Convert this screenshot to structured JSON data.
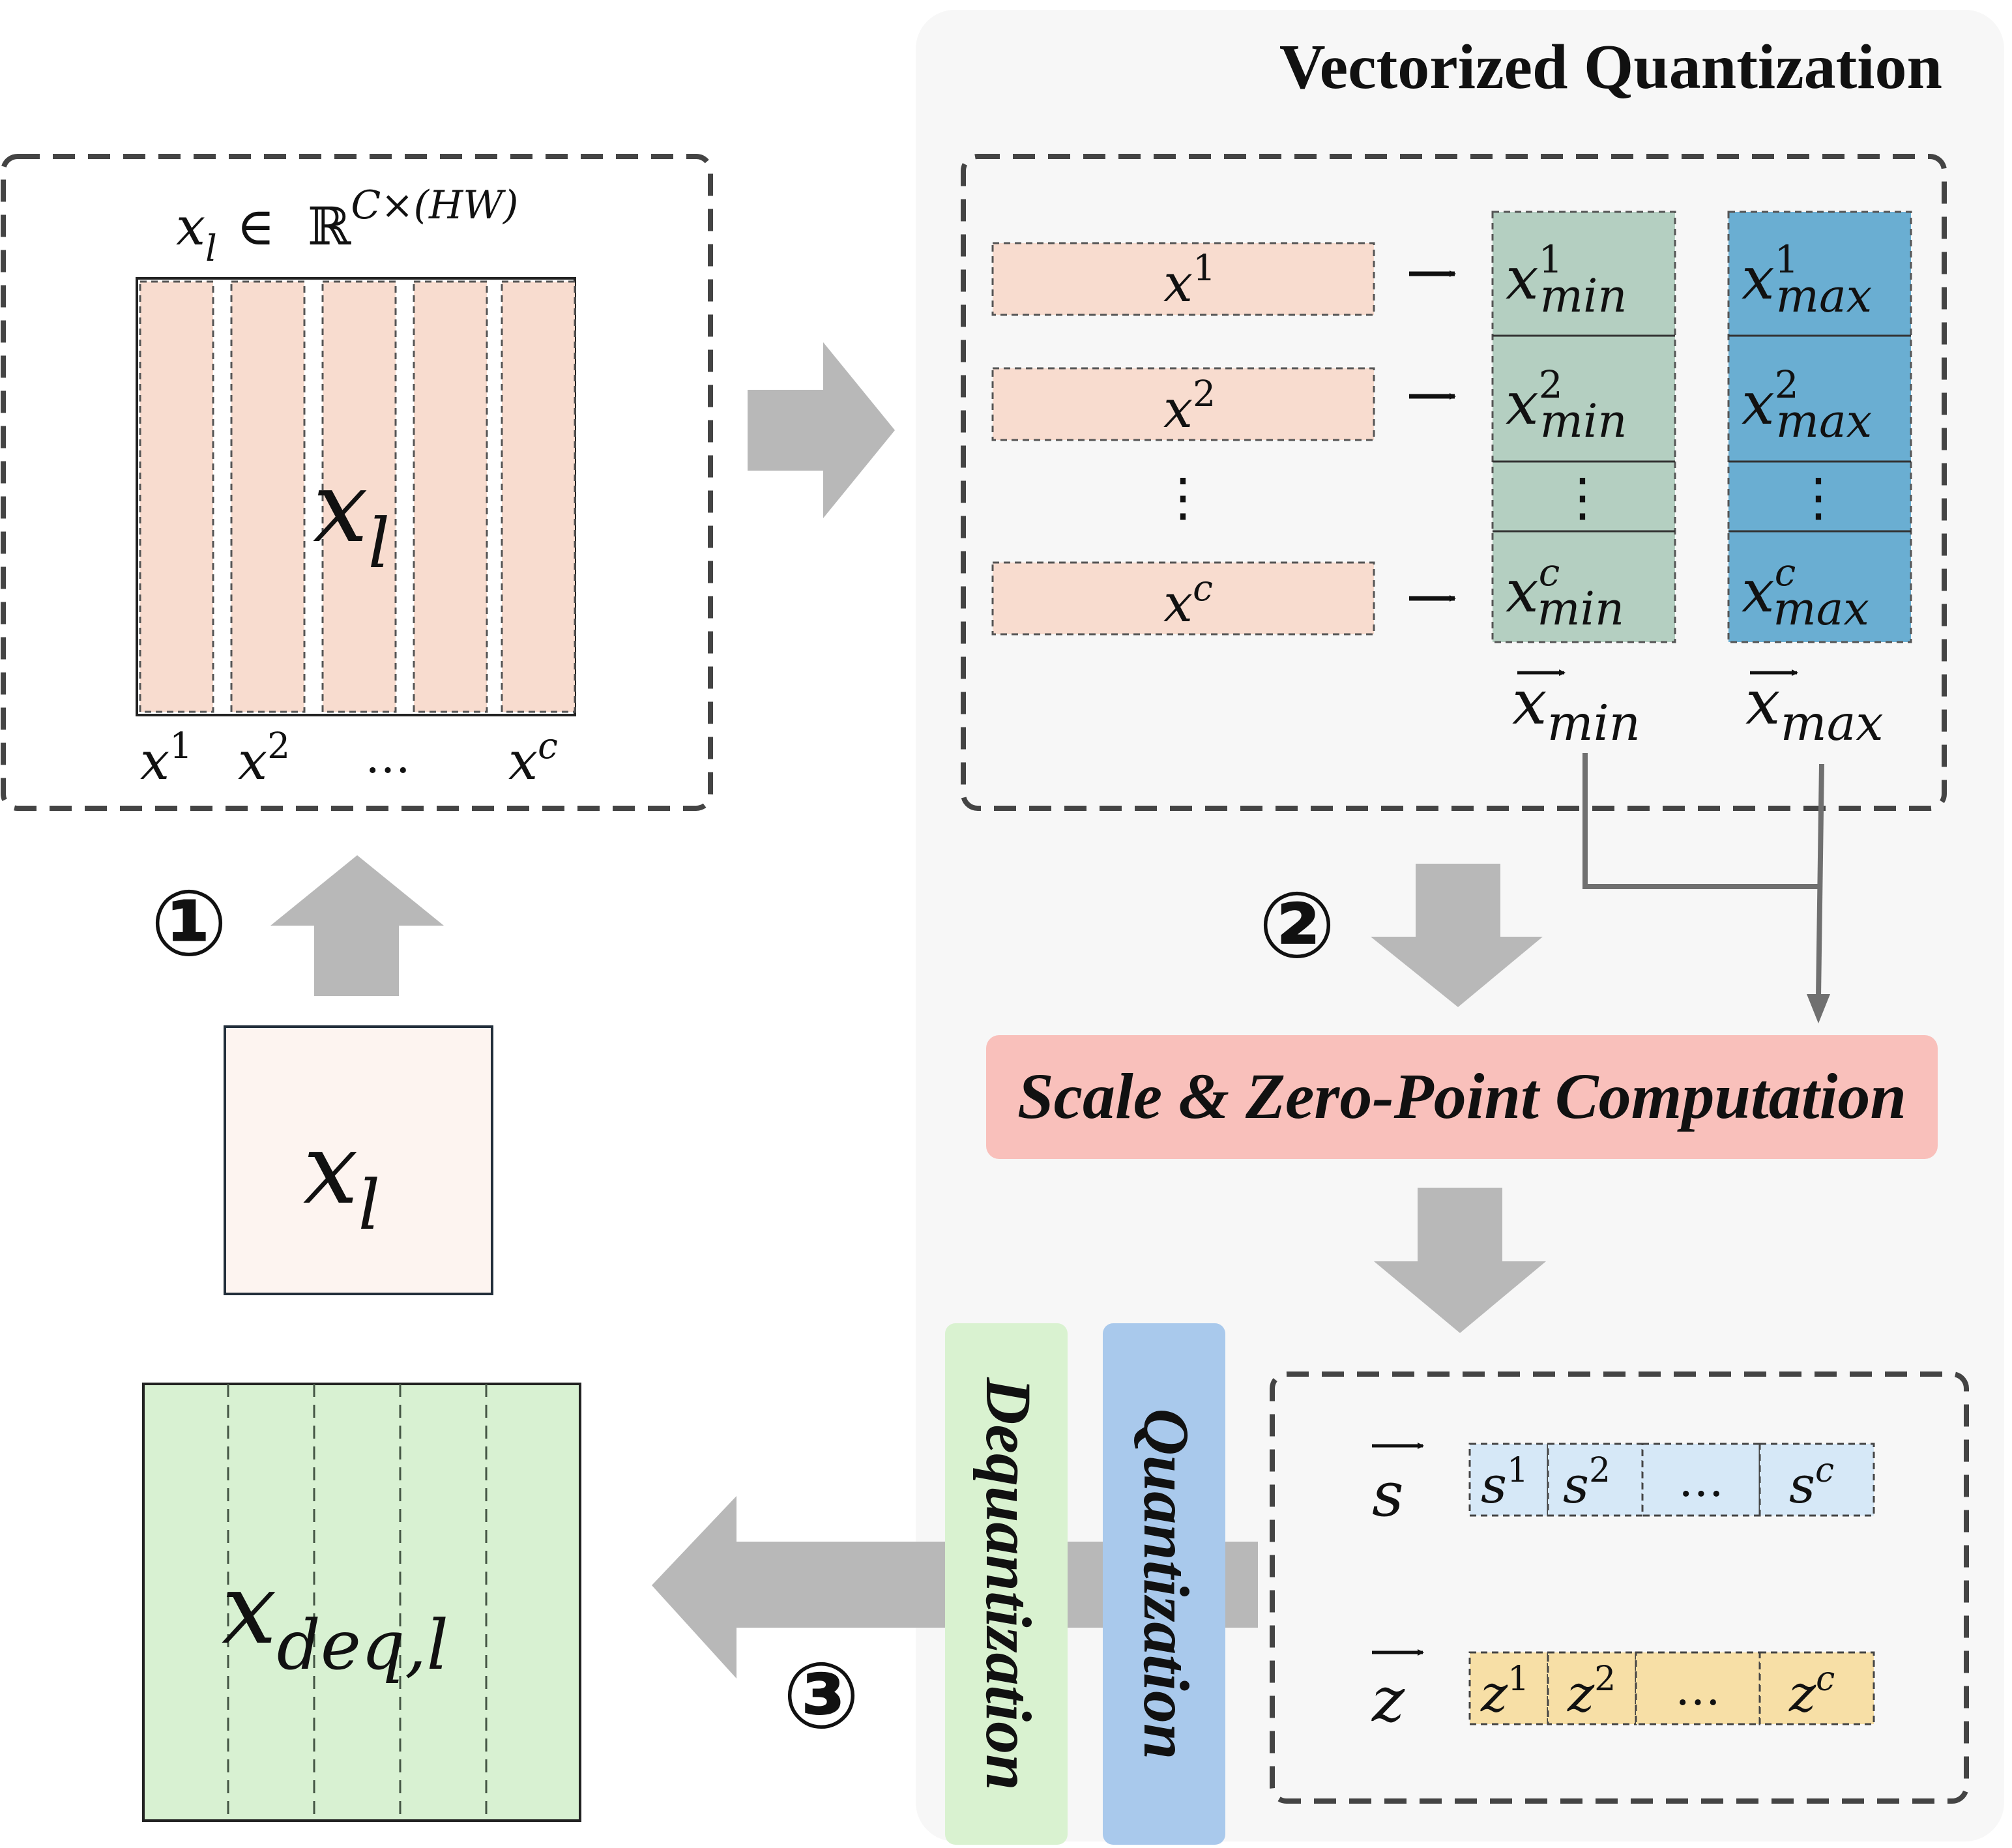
{
  "title": "Vectorized Quantization",
  "input_box": {
    "set_notation": "x_l ∈ ℝ^{C×(HW)}",
    "set_base": "x",
    "set_sub": "l",
    "set_member": "∈",
    "set_field": "ℝ",
    "set_dims": "C×(HW)",
    "matrix_base": "x",
    "matrix_sub": "l",
    "channel_labels": [
      {
        "base": "x",
        "sup": "1"
      },
      {
        "base": "x",
        "sup": "2"
      },
      {
        "base": "…",
        "sup": ""
      },
      {
        "base": "x",
        "sup": "c"
      }
    ]
  },
  "source": {
    "base": "x",
    "sub": "l"
  },
  "steps": {
    "step1": "①",
    "step2": "②",
    "step3": "③"
  },
  "channels": [
    {
      "base": "x",
      "sup": "1"
    },
    {
      "base": "x",
      "sup": "2"
    },
    {
      "base": "⋮",
      "sup": ""
    },
    {
      "base": "x",
      "sup": "c"
    }
  ],
  "min_column": [
    {
      "base": "x",
      "sup": "1",
      "sub": "min"
    },
    {
      "base": "x",
      "sup": "2",
      "sub": "min"
    },
    {
      "base": "⋮",
      "sup": "",
      "sub": ""
    },
    {
      "base": "x",
      "sup": "c",
      "sub": "min"
    }
  ],
  "max_column": [
    {
      "base": "x",
      "sup": "1",
      "sub": "max"
    },
    {
      "base": "x",
      "sup": "2",
      "sub": "max"
    },
    {
      "base": "⋮",
      "sup": "",
      "sub": ""
    },
    {
      "base": "x",
      "sup": "c",
      "sub": "max"
    }
  ],
  "min_vector": {
    "base": "x",
    "sub": "min"
  },
  "max_vector": {
    "base": "x",
    "sub": "max"
  },
  "scale_zp_label": "Scale & Zero-Point Computation",
  "quantization_label": "Quantization",
  "dequantization_label": "Dequantization",
  "scale_vector": {
    "label": "s",
    "cells": [
      {
        "base": "s",
        "sup": "1"
      },
      {
        "base": "s",
        "sup": "2"
      },
      {
        "base": "…",
        "sup": ""
      },
      {
        "base": "s",
        "sup": "c"
      }
    ]
  },
  "zero_point_vector": {
    "label": "z",
    "cells": [
      {
        "base": "z",
        "sup": "1"
      },
      {
        "base": "z",
        "sup": "2"
      },
      {
        "base": "…",
        "sup": ""
      },
      {
        "base": "z",
        "sup": "c"
      }
    ]
  },
  "output": {
    "base": "x",
    "sub": "deq,l"
  },
  "colors": {
    "panel_bg": "#f7f7f7",
    "channel_fill": "#f8dccf",
    "source_fill": "#fdf4f0",
    "min_fill": "#b4cfc1",
    "max_fill": "#6aaed2",
    "scale_box": "#f9c0bb",
    "quant_bar": "#a9c9ec",
    "dequant_bar": "#d9f2d0",
    "scale_cells": "#d6e8f7",
    "zp_cells": "#f7dfa6",
    "output_fill": "#d8f1d2",
    "arrow_gray": "#b8b8b8",
    "dash_border": "#444444"
  }
}
